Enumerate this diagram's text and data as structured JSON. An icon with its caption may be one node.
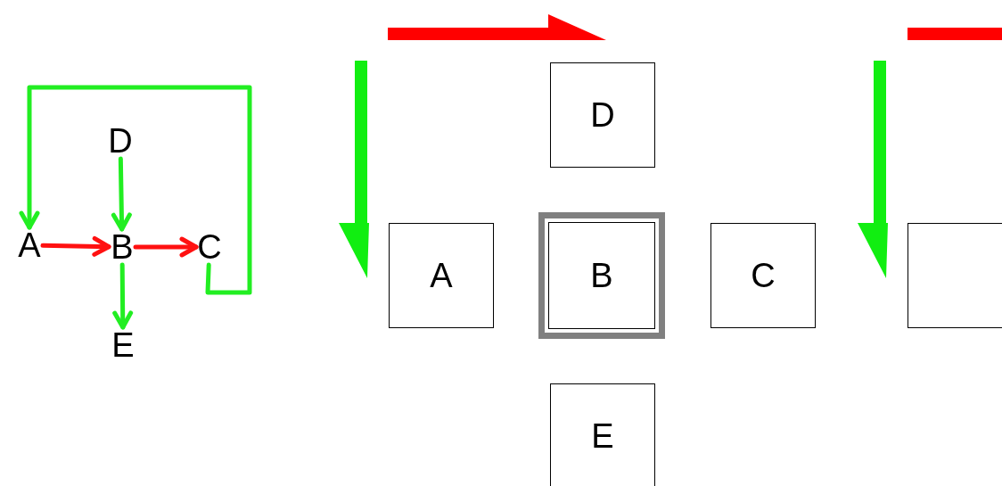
{
  "diagram": {
    "nodes": [
      {
        "text": [
          "D"
        ]
      },
      {
        "text": [
          "A"
        ]
      },
      {
        "text": [
          "B"
        ]
      },
      {
        "text": [
          "C"
        ]
      },
      {
        "text": [
          "E"
        ]
      },
      {
        "text": [
          "D"
        ]
      },
      {
        "text": [
          "A"
        ]
      },
      {
        "text": [
          "B"
        ]
      },
      {
        "text": [
          "C"
        ]
      },
      {
        "text": [],
        "shape": "box"
      },
      {
        "text": [
          "E"
        ]
      }
    ],
    "edges": [
      {
        "from": 1,
        "to": 2,
        "arrow": "to",
        "color": "#ff1111"
      },
      {
        "from": 2,
        "to": 3,
        "arrow": "to",
        "color": "#ff1111"
      },
      {
        "from": 0,
        "to": 2,
        "arrow": "to"
      },
      {
        "from": 2,
        "to": 4,
        "arrow": "to"
      },
      {
        "from": 3,
        "to": 1,
        "arrow": "to"
      }
    ]
  }
}
